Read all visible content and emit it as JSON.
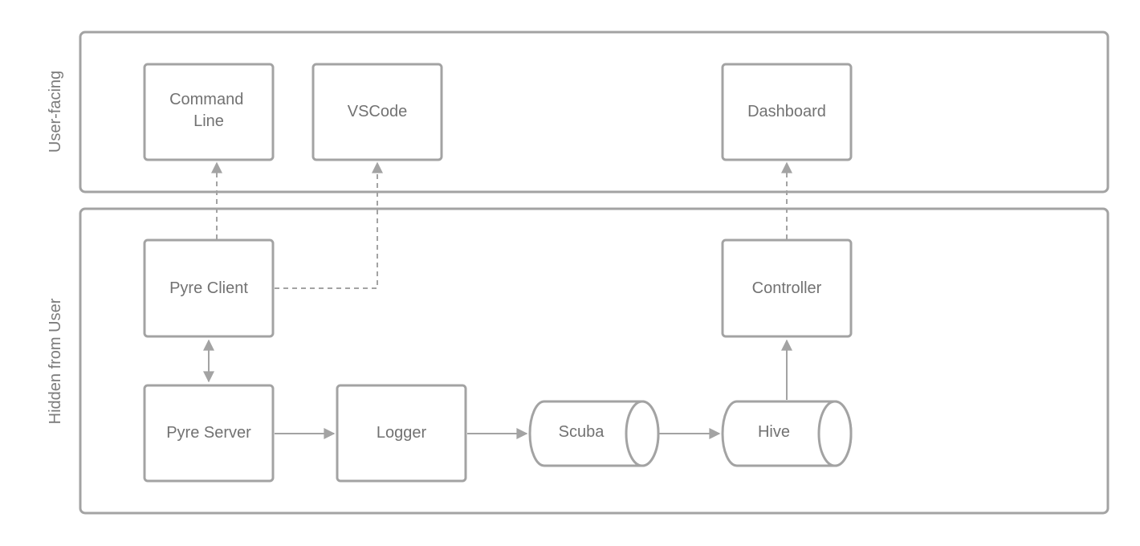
{
  "lanes": [
    {
      "id": "user-facing",
      "label": "User-facing"
    },
    {
      "id": "hidden",
      "label": "Hidden from User"
    }
  ],
  "nodes": [
    {
      "id": "command_line",
      "shape": "box",
      "lines": [
        "Command",
        "Line"
      ]
    },
    {
      "id": "vscode",
      "shape": "box",
      "lines": [
        "VSCode"
      ]
    },
    {
      "id": "dashboard",
      "shape": "box",
      "lines": [
        "Dashboard"
      ]
    },
    {
      "id": "pyre_client",
      "shape": "box",
      "lines": [
        "Pyre Client"
      ]
    },
    {
      "id": "controller",
      "shape": "box",
      "lines": [
        "Controller"
      ]
    },
    {
      "id": "pyre_server",
      "shape": "box",
      "lines": [
        "Pyre Server"
      ]
    },
    {
      "id": "logger",
      "shape": "box",
      "lines": [
        "Logger"
      ]
    },
    {
      "id": "scuba",
      "shape": "cylinder",
      "lines": [
        "Scuba"
      ]
    },
    {
      "id": "hive",
      "shape": "cylinder",
      "lines": [
        "Hive"
      ]
    }
  ],
  "edges": [
    {
      "from": "pyre_client",
      "to": "command_line",
      "style": "dashed",
      "direction": "forward"
    },
    {
      "from": "pyre_client",
      "to": "vscode",
      "style": "dashed",
      "direction": "forward"
    },
    {
      "from": "controller",
      "to": "dashboard",
      "style": "dashed",
      "direction": "forward"
    },
    {
      "from": "pyre_client",
      "to": "pyre_server",
      "style": "solid",
      "direction": "both"
    },
    {
      "from": "pyre_server",
      "to": "logger",
      "style": "solid",
      "direction": "forward"
    },
    {
      "from": "logger",
      "to": "scuba",
      "style": "solid",
      "direction": "forward"
    },
    {
      "from": "scuba",
      "to": "hive",
      "style": "solid",
      "direction": "forward"
    },
    {
      "from": "hive",
      "to": "controller",
      "style": "solid",
      "direction": "forward"
    }
  ],
  "colors": {
    "stroke": "#a3a3a3",
    "text": "#727272",
    "lane_text": "#7b7b7b",
    "background": "#ffffff"
  }
}
